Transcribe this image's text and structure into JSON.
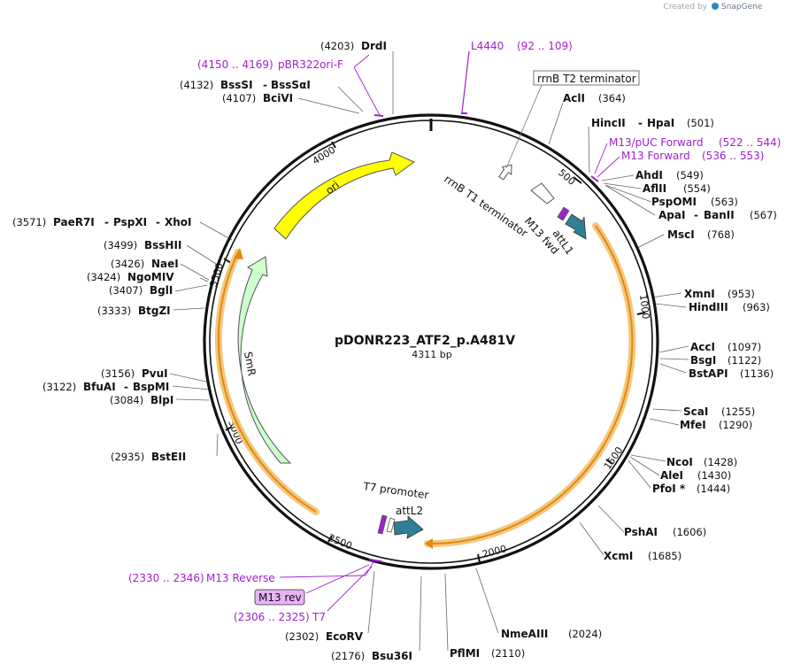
{
  "branding": {
    "created_by": "Created by",
    "brand": "SnapGene"
  },
  "plasmid": {
    "name": "pDONR223_ATF2_p.A481V",
    "length": "4311 bp"
  },
  "ticks": [
    "500",
    "1000",
    "1500",
    "2000",
    "2500",
    "3000",
    "3500",
    "4000"
  ],
  "enzymes": [
    {
      "name": "DrdI",
      "pos": "(4203)"
    },
    {
      "name": "BssSI",
      "pos": "(4132)"
    },
    {
      "name": "BssSαI",
      "pos": ""
    },
    {
      "name": "BciVI",
      "pos": "(4107)"
    },
    {
      "name": "AclI",
      "pos": "(364)"
    },
    {
      "name": "HincII",
      "pos": "(501)"
    },
    {
      "name": "HpaI",
      "pos": ""
    },
    {
      "name": "AhdI",
      "pos": "(549)"
    },
    {
      "name": "AflII",
      "pos": "(554)"
    },
    {
      "name": "PspOMI",
      "pos": "(563)"
    },
    {
      "name": "ApaI",
      "pos": "(567)"
    },
    {
      "name": "BanII",
      "pos": ""
    },
    {
      "name": "MscI",
      "pos": "(768)"
    },
    {
      "name": "XmnI",
      "pos": "(953)"
    },
    {
      "name": "HindIII",
      "pos": "(963)"
    },
    {
      "name": "AccI",
      "pos": "(1097)"
    },
    {
      "name": "BsgI",
      "pos": "(1122)"
    },
    {
      "name": "BstAPI",
      "pos": "(1136)"
    },
    {
      "name": "ScaI",
      "pos": "(1255)"
    },
    {
      "name": "MfeI",
      "pos": "(1290)"
    },
    {
      "name": "NcoI",
      "pos": "(1428)"
    },
    {
      "name": "AleI",
      "pos": "(1430)"
    },
    {
      "name": "PfoI *",
      "pos": "(1444)"
    },
    {
      "name": "PshAI",
      "pos": "(1606)"
    },
    {
      "name": "XcmI",
      "pos": "(1685)"
    },
    {
      "name": "NmeAIII",
      "pos": "(2024)"
    },
    {
      "name": "PflMI",
      "pos": "(2110)"
    },
    {
      "name": "Bsu36I",
      "pos": "(2176)"
    },
    {
      "name": "EcoRV",
      "pos": "(2302)"
    },
    {
      "name": "BstEII",
      "pos": "(2935)"
    },
    {
      "name": "BlpI",
      "pos": "(3084)"
    },
    {
      "name": "BfuAI",
      "pos": "(3122)"
    },
    {
      "name": "BspMI",
      "pos": ""
    },
    {
      "name": "PvuI",
      "pos": "(3156)"
    },
    {
      "name": "BtgZI",
      "pos": "(3333)"
    },
    {
      "name": "BglI",
      "pos": "(3407)"
    },
    {
      "name": "NgoMIV",
      "pos": "(3424)"
    },
    {
      "name": "NaeI",
      "pos": "(3426)"
    },
    {
      "name": "BssHII",
      "pos": "(3499)"
    },
    {
      "name": "PaeR7I",
      "pos": "(3571)"
    },
    {
      "name": "PspXI",
      "pos": ""
    },
    {
      "name": "XhoI",
      "pos": ""
    }
  ],
  "primers": [
    {
      "name": "pBR322ori-F",
      "range": "(4150 .. 4169)"
    },
    {
      "name": "L4440",
      "range": "(92 .. 109)"
    },
    {
      "name": "M13/pUC Forward",
      "range": "(522 .. 544)"
    },
    {
      "name": "M13 Forward",
      "range": "(536 .. 553)"
    },
    {
      "name": "M13 Reverse",
      "range": "(2330 .. 2346)"
    },
    {
      "name": "M13 rev",
      "range": ""
    },
    {
      "name": "T7",
      "range": "(2306 .. 2325)"
    }
  ],
  "features": [
    {
      "name": "rrnB T2 terminator",
      "color": "#ffffff"
    },
    {
      "name": "rrnB T1 terminator",
      "color": "#ffffff"
    },
    {
      "name": "M13 fwd",
      "color": "#a020d0"
    },
    {
      "name": "attL1",
      "color": "#2e7f97"
    },
    {
      "name": "T7 promoter",
      "color": "#ffffff"
    },
    {
      "name": "attL2",
      "color": "#2e7f97"
    },
    {
      "name": "ori",
      "color": "#ffff00"
    },
    {
      "name": "SmR",
      "color": "#ccffcc"
    }
  ],
  "colors": {
    "orf_highlight": "#f5c77e",
    "orf_arrow": "#e08a10",
    "primer": "#a020d0",
    "backbone": "#111111"
  }
}
